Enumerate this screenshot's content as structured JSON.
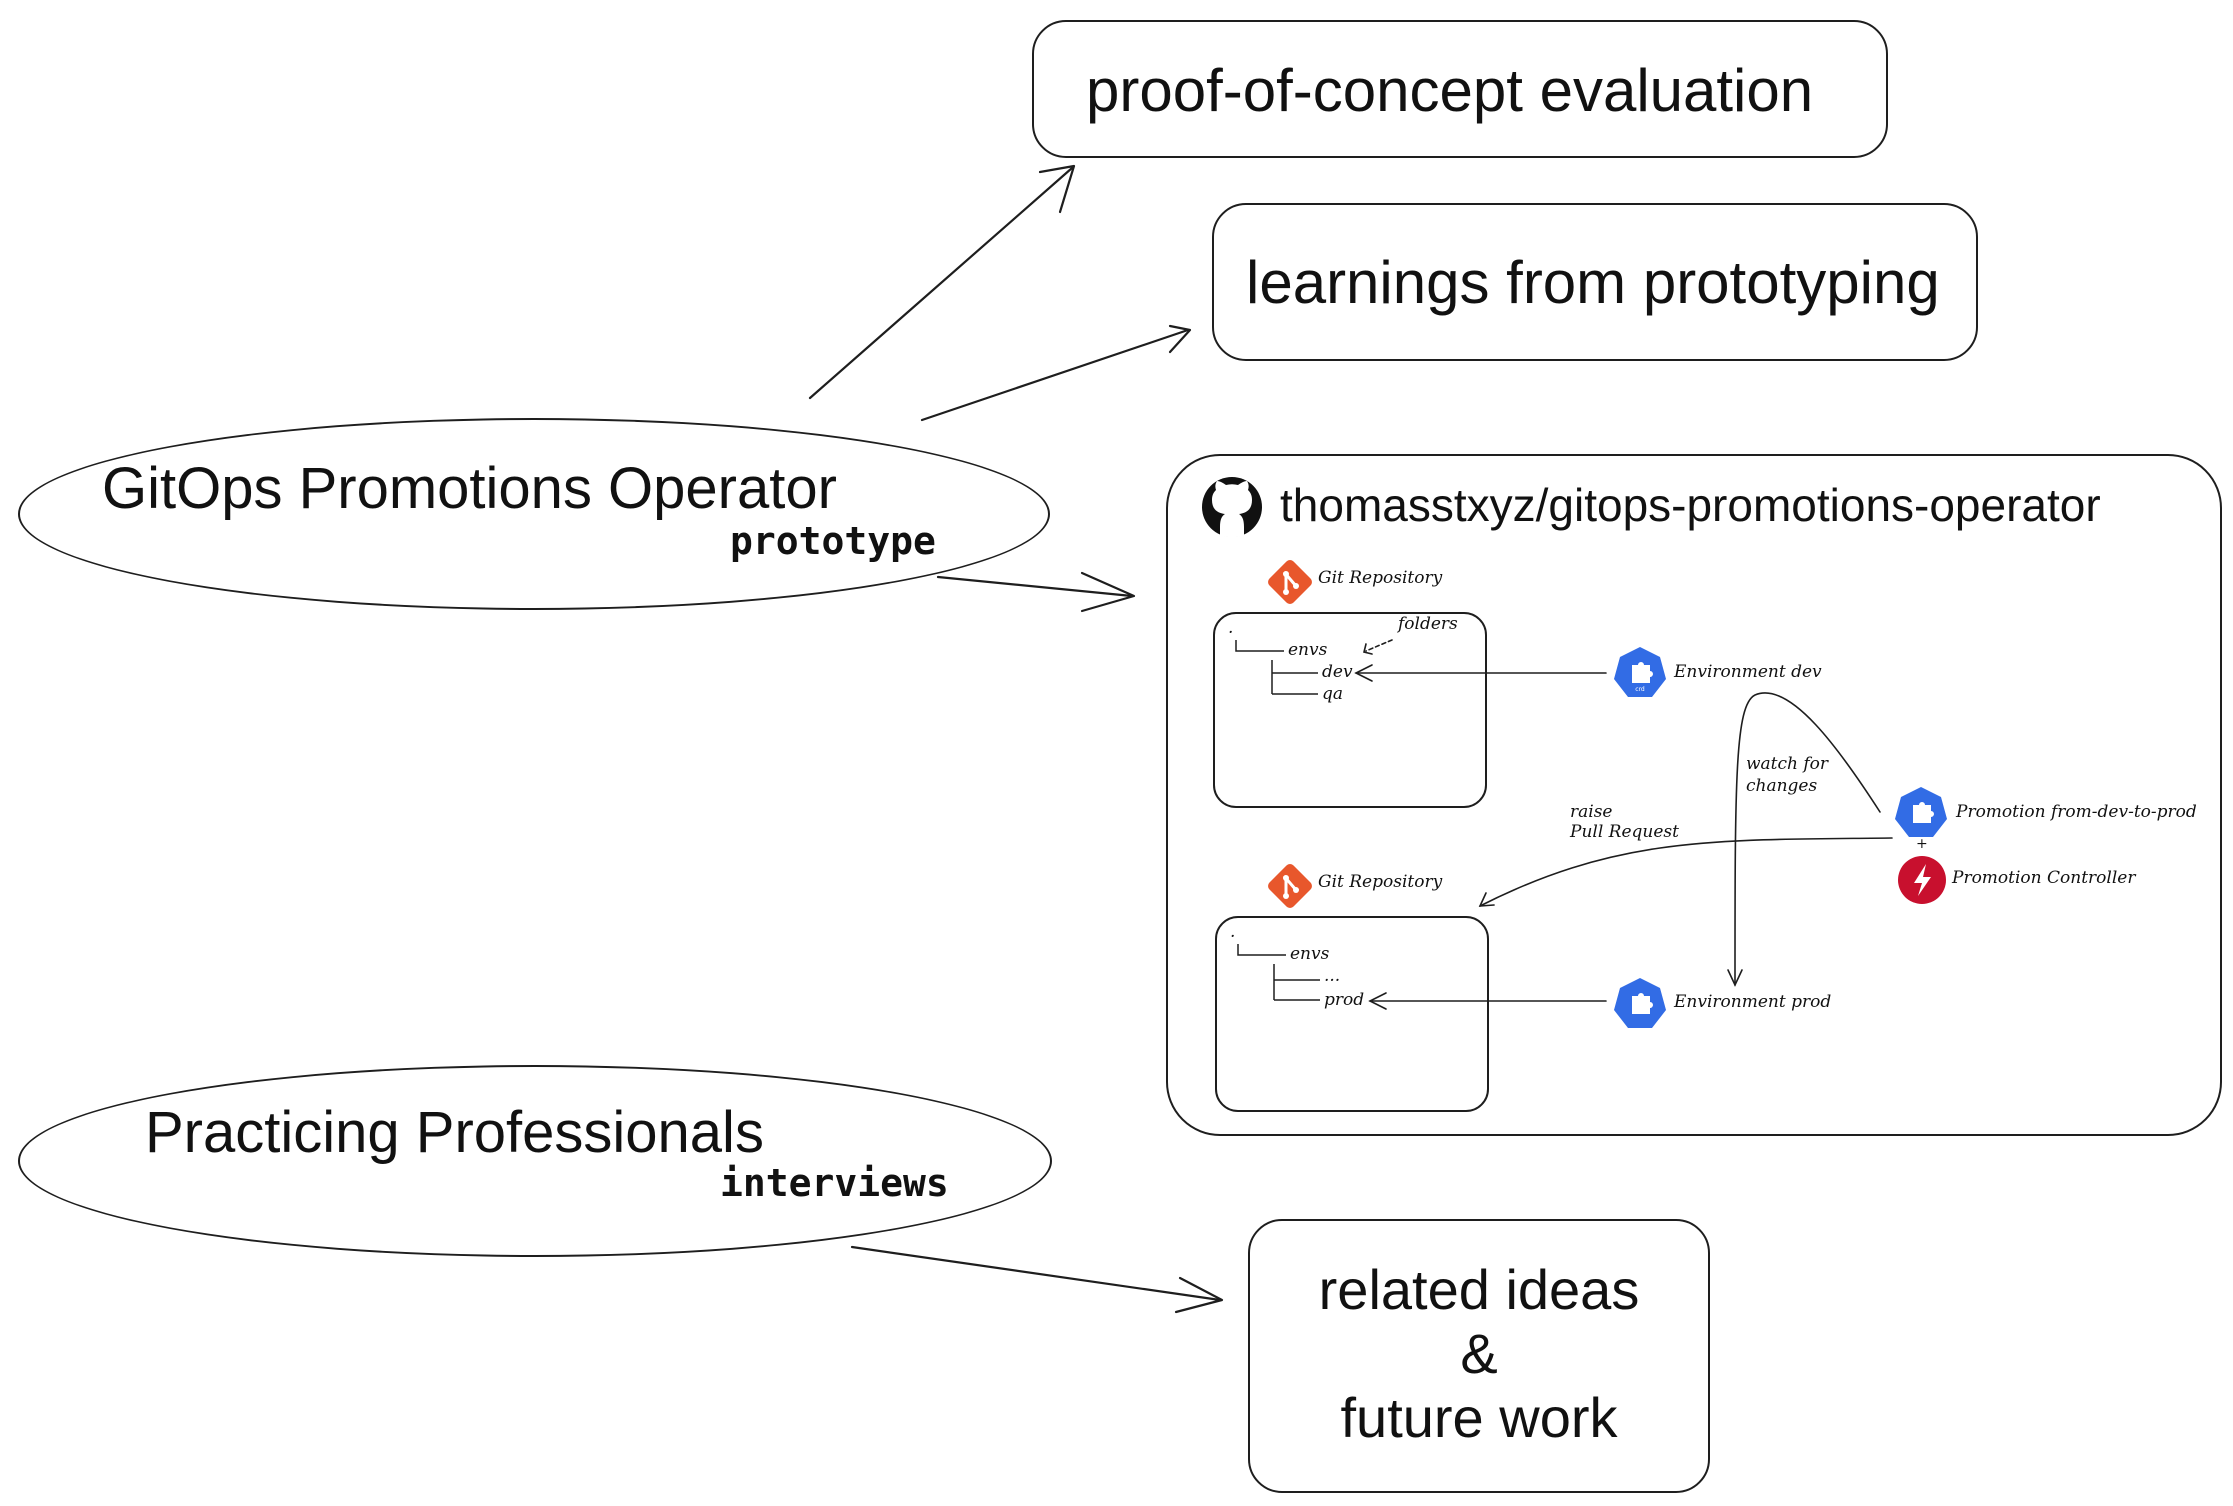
{
  "boxes": {
    "poc": "proof-of-concept evaluation",
    "learnings": "learnings from prototyping",
    "related": [
      "related ideas",
      "&",
      "future work"
    ]
  },
  "ellipses": {
    "gitops": {
      "title": "GitOps Promotions Operator",
      "subtitle": "prototype"
    },
    "professionals": {
      "title": "Practicing Professionals",
      "subtitle": "interviews"
    }
  },
  "repo": {
    "title": "thomasstxyz/gitops-promotions-operator",
    "icon": "github-icon",
    "diagram": {
      "git_repo_label": "Git Repository",
      "folders_note": "folders",
      "tree_top": {
        "root": ".",
        "envs": "envs",
        "items": [
          "dev",
          "qa"
        ]
      },
      "tree_bottom": {
        "root": ".",
        "envs": "envs",
        "items": [
          "...",
          "prod"
        ]
      },
      "env_dev": "Environment dev",
      "env_prod": "Environment prod",
      "promotion": "Promotion from-dev-to-prod",
      "plus": "+",
      "controller": "Promotion Controller",
      "watch_line1": "watch for",
      "watch_line2": "changes",
      "raise_line1": "raise",
      "raise_line2": "Pull Request",
      "crd_badge": "crd",
      "colors": {
        "git": "#e8572c",
        "k8s": "#326ce5",
        "controller": "#c8102e"
      }
    }
  }
}
